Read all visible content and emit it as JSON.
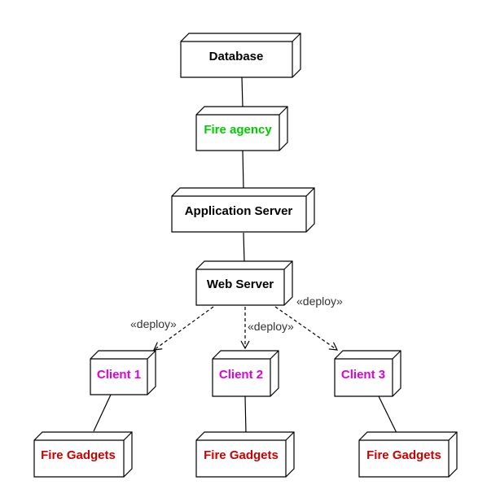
{
  "colors": {
    "stroke": "#000000",
    "fill": "#ffffff",
    "default_text": "#000000",
    "green_text": "#00cc00",
    "magenta_text": "#dd00dd",
    "red_text": "#cc0000",
    "label_text": "#333333"
  },
  "nodes": {
    "database": {
      "label": "Database"
    },
    "fire_agency": {
      "label": "Fire agency"
    },
    "application_server": {
      "label": "Application Server"
    },
    "web_server": {
      "label": "Web Server"
    },
    "client_1": {
      "label": "Client 1"
    },
    "client_2": {
      "label": "Client 2"
    },
    "client_3": {
      "label": "Client 3"
    },
    "gadgets_1": {
      "label": "Fire Gadgets"
    },
    "gadgets_2": {
      "label": "Fire Gadgets"
    },
    "gadgets_3": {
      "label": "Fire Gadgets"
    }
  },
  "edges": {
    "deploy_1": {
      "label": "«deploy»"
    },
    "deploy_2": {
      "label": "«deploy»"
    },
    "deploy_3": {
      "label": "«deploy»"
    }
  }
}
